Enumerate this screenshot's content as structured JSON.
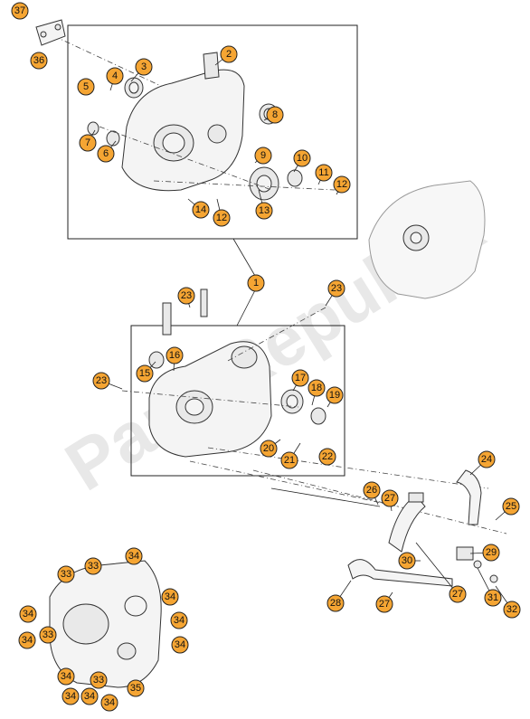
{
  "watermark": "PartsRepublik",
  "callouts": [
    "1",
    "2",
    "3",
    "4",
    "5",
    "6",
    "7",
    "8",
    "9",
    "10",
    "11",
    "12",
    "12",
    "13",
    "14",
    "15",
    "16",
    "17",
    "18",
    "19",
    "20",
    "21",
    "22",
    "23",
    "23",
    "23",
    "24",
    "25",
    "26",
    "27",
    "27",
    "27",
    "28",
    "29",
    "30",
    "31",
    "32",
    "33",
    "33",
    "33",
    "33",
    "34",
    "34",
    "34",
    "34",
    "34",
    "34",
    "34",
    "34",
    "34",
    "34",
    "35",
    "36",
    "37"
  ],
  "colors": {
    "callout_fill": "#f5a533",
    "line": "#222222",
    "watermark": "#d6d6d6"
  }
}
